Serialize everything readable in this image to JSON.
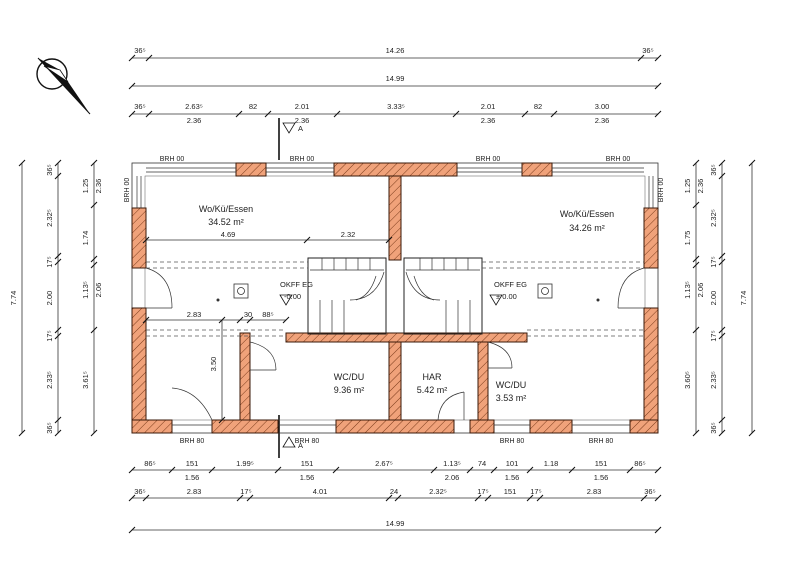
{
  "compass": {
    "icon": "north-arrow-icon"
  },
  "colors": {
    "wall_fill": "#f0a27a",
    "wall_stroke": "#3a1a0a",
    "line": "#333333"
  },
  "dims": {
    "top_row1": [
      "36⁵",
      "14.26",
      "36⁵"
    ],
    "top_row2": [
      "14.99"
    ],
    "top_row3_upper": [
      "36⁵",
      "2.63⁵",
      "82",
      "2.01",
      "3.33⁵",
      "2.01",
      "82",
      "3.00"
    ],
    "top_row3_lower": [
      "2.36",
      "2.36",
      "2.36",
      "2.36"
    ],
    "left_outer": [
      "36⁵",
      "2.32⁵",
      "17⁵",
      "2.00",
      "17⁵",
      "2.33⁵",
      "36⁵"
    ],
    "left_inner": [
      "1.25",
      "2.36",
      "1.74",
      "1.13⁵",
      "2.06",
      "3.61⁵"
    ],
    "left_total": "7.74",
    "right_inner": [
      "1.25",
      "2.36",
      "1.75",
      "1.13⁵",
      "2.06",
      "3.60⁵"
    ],
    "right_outer": [
      "36⁵",
      "2.32⁵",
      "17⁵",
      "2.00",
      "17⁵",
      "2.33⁵",
      "36⁵"
    ],
    "right_total": "7.74",
    "bottom_row1_upper": [
      "86⁵",
      "151",
      "1.99⁵",
      "151",
      "2.67⁵",
      "1.13⁵",
      "74",
      "101",
      "1.18",
      "151",
      "86⁵"
    ],
    "bottom_row1_lower": [
      "1.56",
      "1.56",
      "2.06",
      "1.56",
      "1.56"
    ],
    "bottom_row2": [
      "36⁵",
      "2.83",
      "17⁵",
      "4.01",
      "24",
      "2.32⁵",
      "17⁵",
      "151",
      "17⁵",
      "2.83",
      "36⁵"
    ],
    "bottom_row3": [
      "14.99"
    ]
  },
  "rooms": [
    {
      "name": "Wo/Kü/Essen",
      "area": "34.52 m²"
    },
    {
      "name": "Wo/Kü/Essen",
      "area": "34.26 m²"
    },
    {
      "name": "WC/DU",
      "area": "9.36 m²"
    },
    {
      "name": "HAR",
      "area": "5.42 m²"
    },
    {
      "name": "WC/DU",
      "area": "3.53 m²"
    }
  ],
  "inner_dims": {
    "d1": "4.69",
    "d2": "2.32",
    "d3": "2.83",
    "d4": "30",
    "d5": "88⁵",
    "d6": "3.50"
  },
  "levels": [
    {
      "label": "OKFF EG",
      "value": "-0.00"
    },
    {
      "label": "OKFF EG",
      "value": "± 0.00"
    }
  ],
  "brh": {
    "top": [
      "BRH 00",
      "BRH 00",
      "BRH 00",
      "BRH 00"
    ],
    "side_left": "BRH 00",
    "side_right": "BRH 00",
    "bottom": [
      "BRH 80",
      "BRH 80",
      "BRH 80",
      "BRH 80"
    ]
  },
  "section_marks": {
    "top": "A",
    "bottom": "A"
  }
}
